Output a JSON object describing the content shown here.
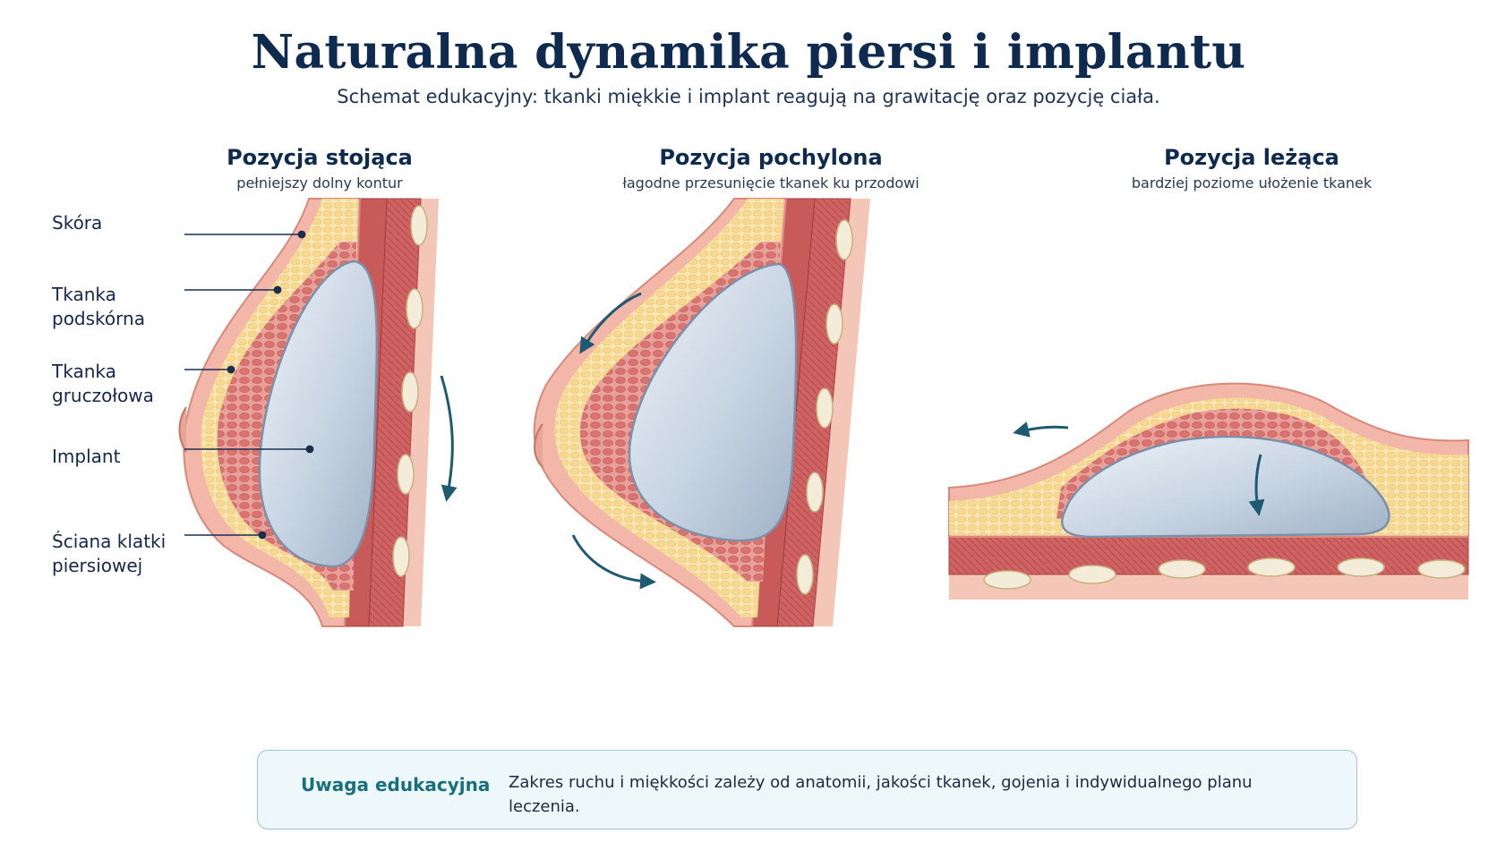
{
  "header": {
    "title": "Naturalna dynamika piersi i implantu",
    "subtitle": "Schemat edukacyjny: tkanki miękkie i implant reagują na grawitację oraz pozycję ciała."
  },
  "panels": [
    {
      "title": "Pozycja stojąca",
      "subtitle": "pełniejszy dolny kontur"
    },
    {
      "title": "Pozycja pochylona",
      "subtitle": "łagodne przesunięcie tkanek ku przodowi"
    },
    {
      "title": "Pozycja leżąca",
      "subtitle": "bardziej poziome ułożenie tkanek"
    }
  ],
  "labels": {
    "skin": "Skóra",
    "subcutaneous": "Tkanka podskórna",
    "glandular": "Tkanka gruczołowa",
    "implant": "Implant",
    "chest_wall": "Ściana klatki piersiowej"
  },
  "note": {
    "title": "Uwaga edukacyjna",
    "text": "Zakres ruchu i miękkości zależy od anatomii, jakości tkanek, gojenia i indywidualnego planu leczenia."
  },
  "colors": {
    "title": "#0f2a4f",
    "accent_teal": "#18707f",
    "arrow": "#1e5a72",
    "skin": "#f2b7a8",
    "fat": "#f5dc9c",
    "gland": "#e7958c",
    "muscle": "#c95a5a",
    "implant": "#c9d6e3",
    "note_bg": "#eef7fa"
  }
}
